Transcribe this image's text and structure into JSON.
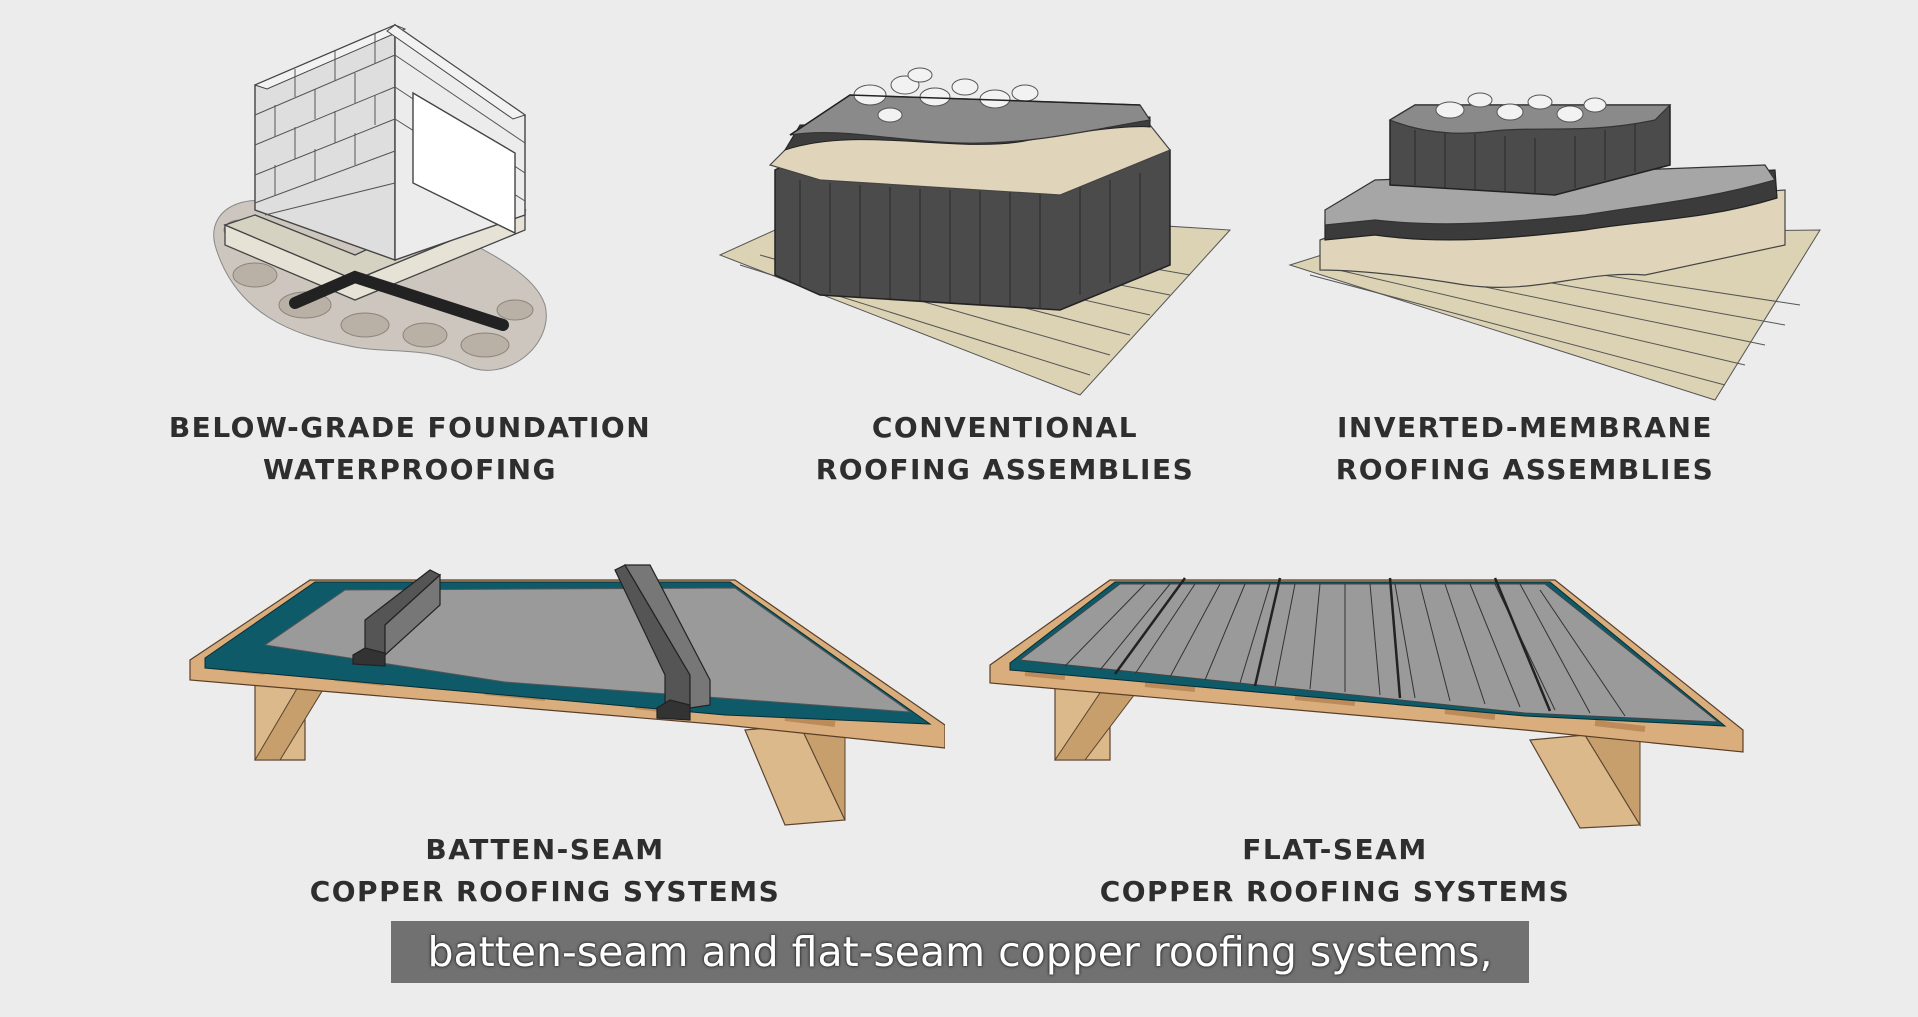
{
  "diagrams": [
    {
      "caption_line1": "BELOW-GRADE FOUNDATION",
      "caption_line2": "WATERPROOFING"
    },
    {
      "caption_line1": "CONVENTIONAL",
      "caption_line2": "ROOFING ASSEMBLIES"
    },
    {
      "caption_line1": "INVERTED-MEMBRANE",
      "caption_line2": "ROOFING ASSEMBLIES"
    },
    {
      "caption_line1": "BATTEN-SEAM",
      "caption_line2": "COPPER ROOFING SYSTEMS"
    },
    {
      "caption_line1": "FLAT-SEAM",
      "caption_line2": "COPPER ROOFING SYSTEMS"
    }
  ],
  "subtitle": "batten-seam and flat-seam copper roofing systems,",
  "colors": {
    "background": "#ececec",
    "caption_text": "#2e2e2e",
    "membrane_dark": "#4a4a4a",
    "copper_sheet": "#9a9a9a",
    "underlayment_teal": "#0e5a68",
    "deck_beige": "#d9cfb0",
    "wood": "#d9ae7c"
  }
}
